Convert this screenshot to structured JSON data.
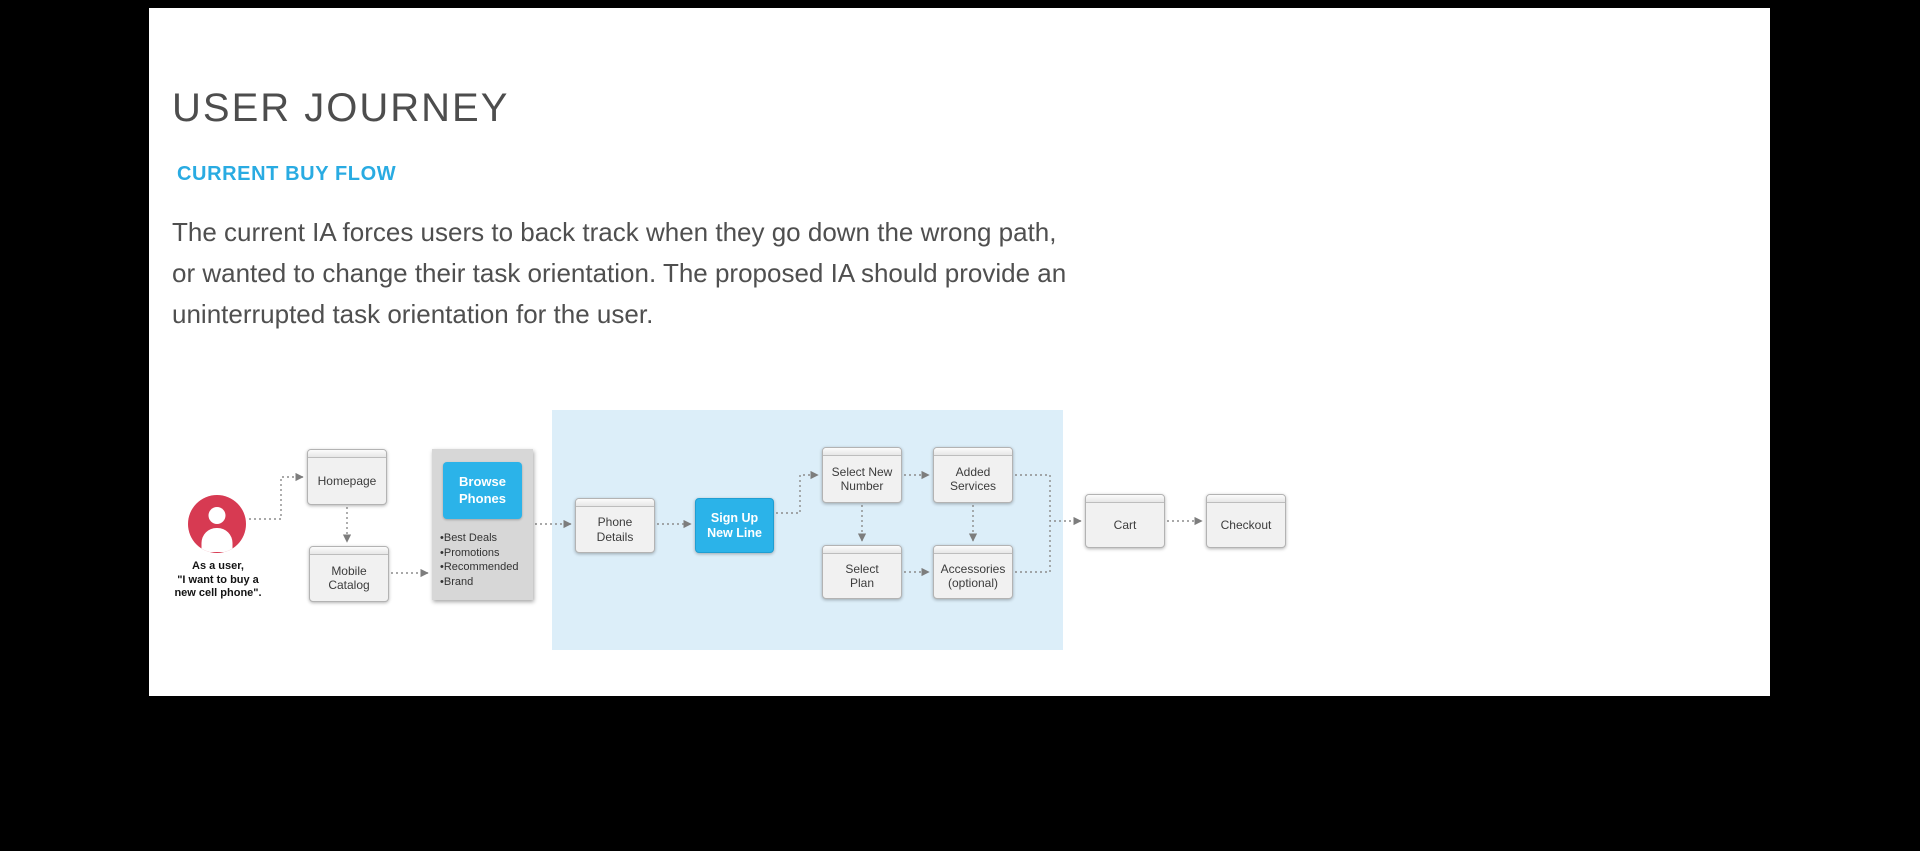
{
  "header": {
    "title": "USER JOURNEY",
    "subtitle": "CURRENT BUY FLOW",
    "description": "The current IA forces users to back track when they go down the wrong path,\nor wanted to change their task orientation. The proposed IA should provide an\nuninterrupted task orientation for the user."
  },
  "colors": {
    "accent_cyan": "#29abe2",
    "button_cyan": "#2bb3e9",
    "persona_red": "#d73a52",
    "highlight_blue": "#dceef9"
  },
  "diagram": {
    "persona": {
      "caption": "As a user,\n\"I want to buy a\nnew cell phone\"."
    },
    "nodes": {
      "homepage": "Homepage",
      "mobile_catalog": "Mobile\nCatalog",
      "browse_phones": "Browse\nPhones",
      "phone_details": "Phone\nDetails",
      "sign_up_new_line": "Sign Up\nNew Line",
      "select_new_number": "Select New\nNumber",
      "select_plan": "Select\nPlan",
      "added_services": "Added\nServices",
      "accessories": "Accessories\n(optional)",
      "cart": "Cart",
      "checkout": "Checkout"
    },
    "browse_items": [
      "•Best Deals",
      "•Promotions",
      "•Recommended",
      "•Brand"
    ]
  }
}
